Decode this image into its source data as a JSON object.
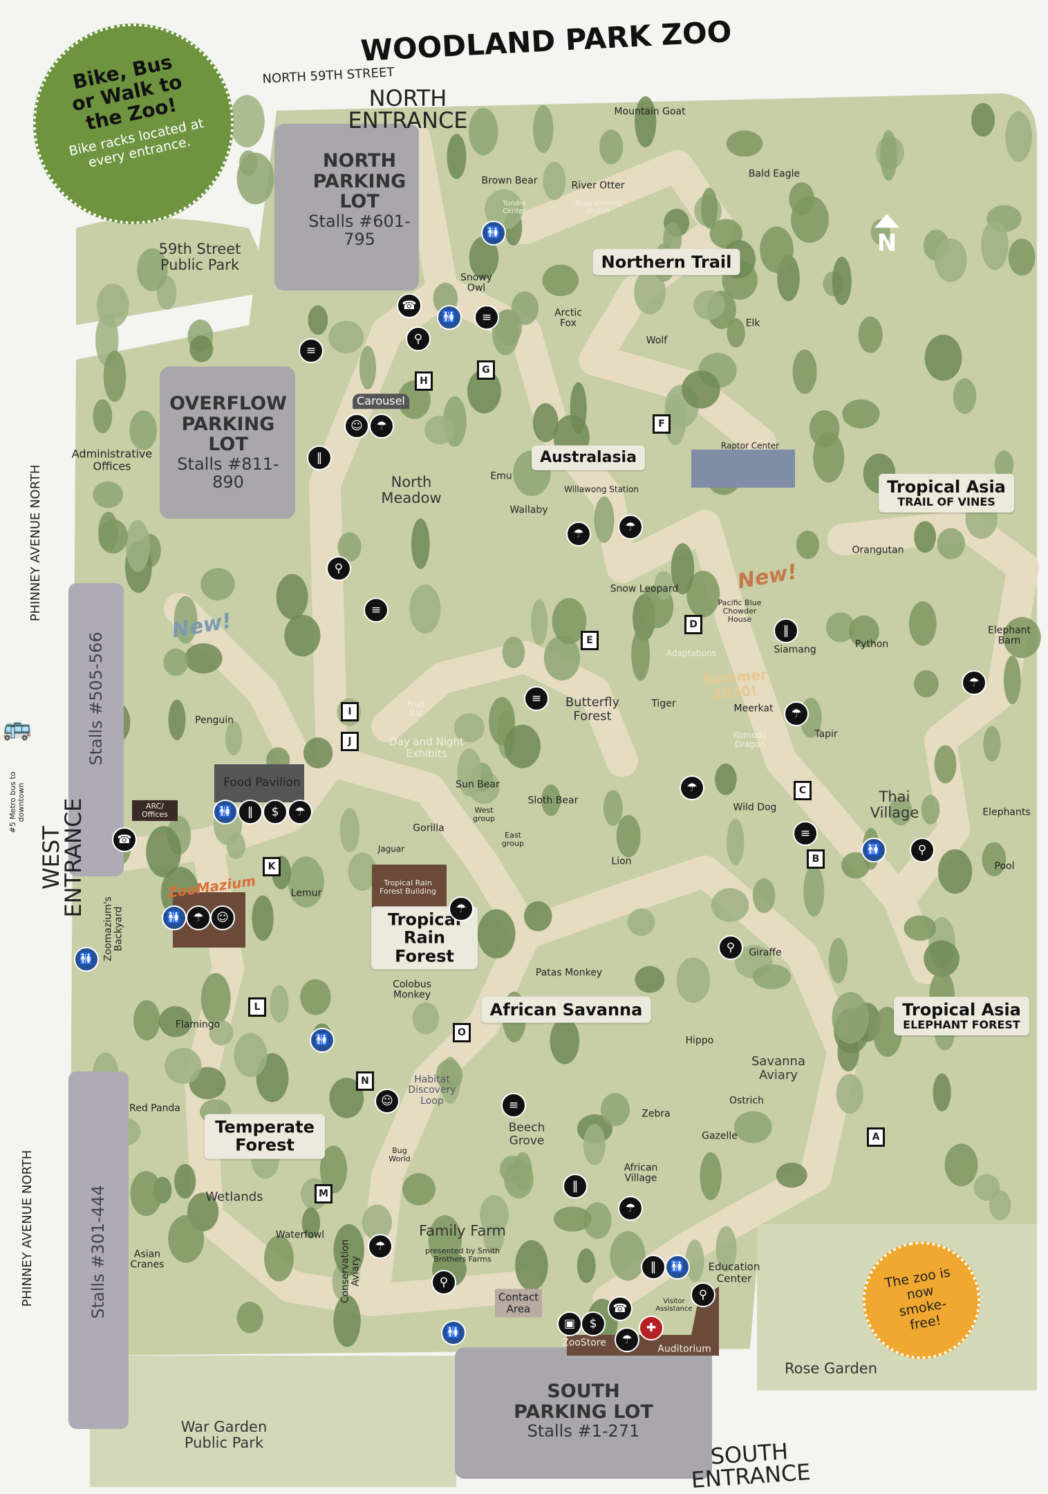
{
  "title": "WOODLAND PARK ZOO",
  "streets": {
    "north": "NORTH 59TH STREET",
    "west_upper": "PHINNEY AVENUE NORTH",
    "west_lower": "PHINNEY AVENUE NORTH"
  },
  "entrances": {
    "north": "NORTH ENTRANCE",
    "west": "WEST ENTRANCE",
    "south": "SOUTH ENTRANCE"
  },
  "bike_badge": {
    "headline": "Bike, Bus or Walk to the Zoo!",
    "sub": "Bike racks located at every entrance.",
    "color": "#6e9440"
  },
  "bus": {
    "icon": "bus-icon",
    "text": "#5 Metro bus to downtown"
  },
  "smoke_free": {
    "text": "The zoo is now smoke-free!",
    "color": "#f0a830"
  },
  "compass": "N",
  "parking": {
    "north": {
      "name": "NORTH PARKING LOT",
      "stalls": "Stalls #601-795"
    },
    "overflow": {
      "name": "OVERFLOW PARKING LOT",
      "stalls": "Stalls #811-890"
    },
    "west_upper": {
      "stalls": "Stalls #505-566"
    },
    "west_lower": {
      "stalls": "Stalls #301-444"
    },
    "south": {
      "name": "SOUTH PARKING LOT",
      "stalls": "Stalls #1-271"
    }
  },
  "surroundings": {
    "park_59th": "59th Street Public Park",
    "admin": "Administrative Offices",
    "rose_garden": "Rose Garden",
    "war_garden": "War Garden Public Park"
  },
  "regions": {
    "northern_trail": "Northern Trail",
    "australasia": "Australasia",
    "tropical_asia_1": {
      "name": "Tropical Asia",
      "sub": "TRAIL OF VINES"
    },
    "tropical_asia_2": {
      "name": "Tropical Asia",
      "sub": "ELEPHANT FOREST"
    },
    "african_savanna": "African Savanna",
    "tropical_rain_forest": "Tropical Rain Forest",
    "temperate_forest": "Temperate Forest"
  },
  "areas": {
    "north_meadow": "North Meadow",
    "butterfly_forest": "Butterfly Forest",
    "thai_village": "Thai Village",
    "savanna_aviary": "Savanna Aviary",
    "beech_grove": "Beech Grove",
    "wetlands": "Wetlands",
    "family_farm": "Family Farm",
    "family_farm_sponsor": "presented by Smith Brothers Farms",
    "habitat_loop": "Habitat Discovery Loop",
    "carousel": "Carousel",
    "zoomazium": "ZooMazium",
    "zoomazium_backyard": "Zoomazium's Backyard",
    "food_pavilion": "Food Pavilion",
    "arc_offices": "ARC/ Offices",
    "tundra_center": "Tundra Center",
    "taiga_shelter": "Taiga Viewing Shelter",
    "willawong": "Willawong Station",
    "raptor_center": "Raptor Center",
    "chowder_house": "Pacific Blue Chowder House",
    "adaptations": "Adaptations",
    "summer_2010": "Summer 2010!",
    "elephant_barn": "Elephant Barn",
    "pool": "Pool",
    "day_night": "Day and Night Exhibits",
    "trf_building": "Tropical Rain Forest Building",
    "african_village": "African Village",
    "bug_world": "Bug World",
    "conservation_aviary": "Conservation Aviary",
    "contact_area": "Contact Area",
    "visitor_assistance": "Visitor Assistance",
    "education_center": "Education Center",
    "auditorium": "Auditorium",
    "zoostore": "ZooStore",
    "new_1": "New!",
    "new_2": "New!"
  },
  "animals": {
    "brown_bear": "Brown Bear",
    "river_otter": "River Otter",
    "mountain_goat": "Mountain Goat",
    "bald_eagle": "Bald Eagle",
    "snowy_owl": "Snowy Owl",
    "arctic_fox": "Arctic Fox",
    "wolf": "Wolf",
    "elk": "Elk",
    "wallaby": "Wallaby",
    "emu": "Emu",
    "snow_leopard": "Snow Leopard",
    "orangutan": "Orangutan",
    "siamang": "Siamang",
    "python": "Python",
    "tiger": "Tiger",
    "meerkat": "Meerkat",
    "komodo": "Komodo Dragon",
    "tapir": "Tapir",
    "wild_dog": "Wild Dog",
    "elephants": "Elephants",
    "penguin": "Penguin",
    "fruit_bat": "Fruit Bat",
    "sun_bear": "Sun Bear",
    "sloth_bear": "Sloth Bear",
    "gorilla": "Gorilla",
    "west_group": "West group",
    "east_group": "East group",
    "lion": "Lion",
    "jaguar": "Jaguar",
    "lemur": "Lemur",
    "giraffe": "Giraffe",
    "patas": "Patas Monkey",
    "colobus": "Colobus Monkey",
    "flamingo": "Flamingo",
    "hippo": "Hippo",
    "ostrich": "Ostrich",
    "red_panda": "Red Panda",
    "zebra": "Zebra",
    "gazelle": "Gazelle",
    "asian_cranes": "Asian Cranes",
    "waterfowl": "Waterfowl"
  },
  "markers": [
    "A",
    "B",
    "C",
    "D",
    "E",
    "F",
    "G",
    "H",
    "I",
    "J",
    "K",
    "L",
    "M",
    "N",
    "O"
  ],
  "icon_types": {
    "restroom": "restroom-icon",
    "food": "food-icon",
    "shelter": "umbrella-icon",
    "picnic": "picnic-table-icon",
    "phone": "phone-icon",
    "fountain": "drinking-fountain-icon",
    "atm": "atm-icon",
    "first_aid": "first-aid-icon",
    "play": "play-area-icon",
    "stroller": "stroller-rental-icon"
  }
}
